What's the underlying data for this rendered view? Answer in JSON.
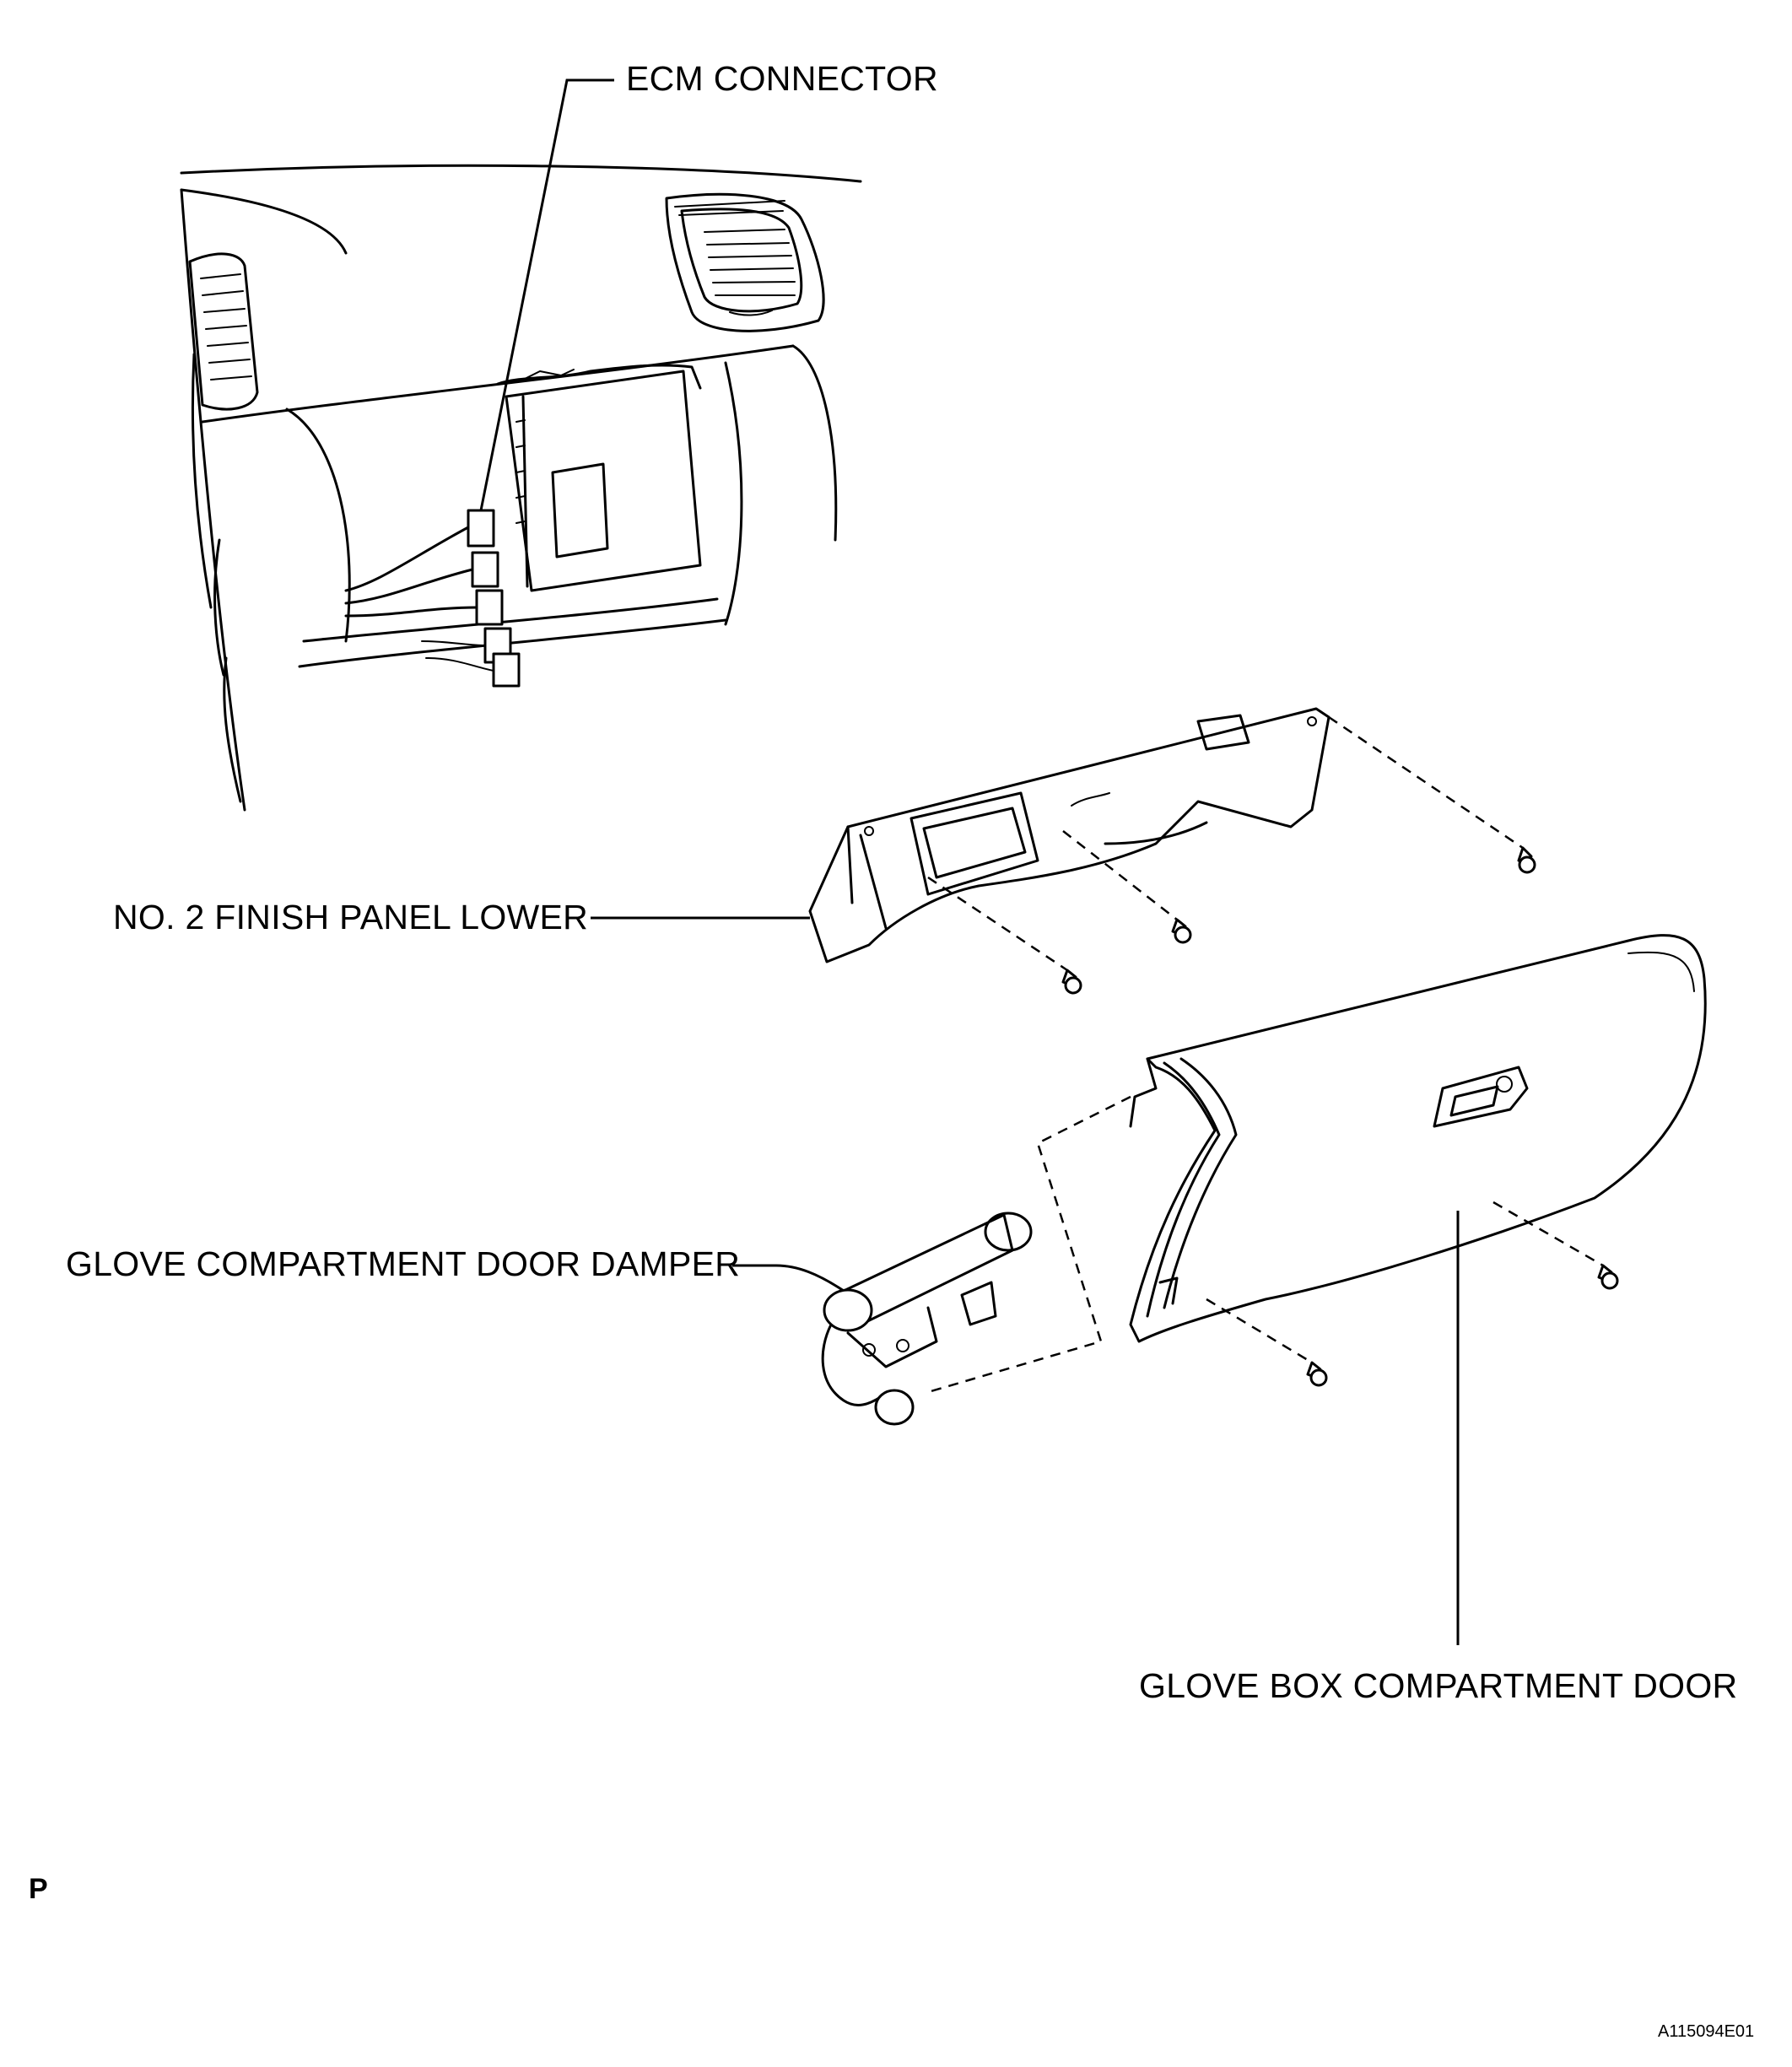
{
  "labels": {
    "ecm_connector": "ECM CONNECTOR",
    "finish_panel": "NO. 2 FINISH PANEL LOWER",
    "door_damper": "GLOVE COMPARTMENT DOOR DAMPER",
    "glove_box_door": "GLOVE BOX COMPARTMENT DOOR"
  },
  "corner_mark": "P",
  "figure_id": "A115094E01"
}
